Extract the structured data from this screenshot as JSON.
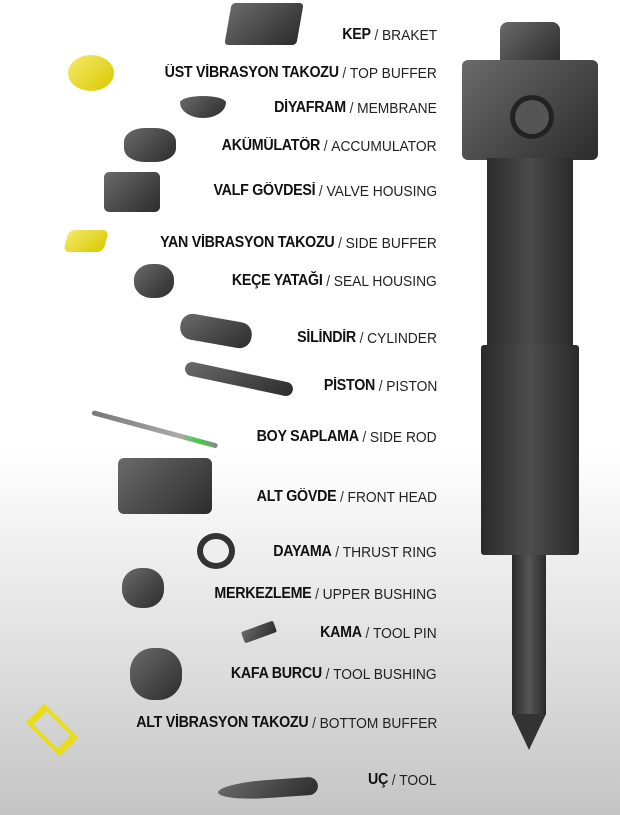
{
  "parts": [
    {
      "tr": "KEP",
      "en": "BRAKET"
    },
    {
      "tr": "ÜST VİBRASYON TAKOZU",
      "en": "TOP BUFFER"
    },
    {
      "tr": "DİYAFRAM",
      "en": "MEMBRANE"
    },
    {
      "tr": "AKÜMÜLATÖR",
      "en": "ACCUMULATOR"
    },
    {
      "tr": "VALF GÖVDESİ",
      "en": "VALVE HOUSING"
    },
    {
      "tr": "YAN VİBRASYON TAKOZU",
      "en": "SIDE BUFFER"
    },
    {
      "tr": "KEÇE YATAĞI",
      "en": "SEAL HOUSING"
    },
    {
      "tr": "SİLİNDİR",
      "en": "CYLINDER"
    },
    {
      "tr": "PİSTON",
      "en": "PISTON"
    },
    {
      "tr": "BOY SAPLAMA",
      "en": "SIDE ROD"
    },
    {
      "tr": "ALT GÖVDE",
      "en": "FRONT HEAD"
    },
    {
      "tr": "DAYAMA",
      "en": "THRUST RING"
    },
    {
      "tr": "MERKEZLEME",
      "en": "UPPER BUSHING"
    },
    {
      "tr": "KAMA",
      "en": "TOOL PIN"
    },
    {
      "tr": "KAFA BURCU",
      "en": "TOOL BUSHING"
    },
    {
      "tr": "ALT VİBRASYON TAKOZU",
      "en": "BOTTOM BUFFER"
    },
    {
      "tr": "UÇ",
      "en": "TOOL"
    }
  ],
  "separator": "/",
  "colors": {
    "buffer": "#e8dc20",
    "steel": "#3a3a3a"
  }
}
